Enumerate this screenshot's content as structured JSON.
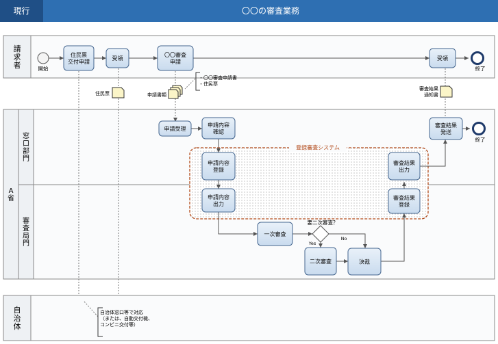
{
  "header": {
    "tab": "現行",
    "title": "〇〇の審査業務"
  },
  "lanes": {
    "requester": "請求者",
    "ministry": "A省",
    "window_dept": "窓口部門",
    "review_dept": "審査局門",
    "municipality": "自治体"
  },
  "events": {
    "start": "開始",
    "end_requester": "終了",
    "end_ministry": "終了"
  },
  "tasks": {
    "resident_card_apply": [
      "住民票",
      "交付申請"
    ],
    "receive1": [
      "受領"
    ],
    "xx_review_apply": [
      "〇〇審査",
      "申請"
    ],
    "receive2": [
      "受領"
    ],
    "app_accept": [
      "申請受理"
    ],
    "app_confirm": [
      "申請内容",
      "確認"
    ],
    "result_send": [
      "審査結果",
      "発送"
    ],
    "app_register": [
      "申請内容",
      "登録"
    ],
    "result_output": [
      "審査結果",
      "出力"
    ],
    "app_output": [
      "申請内容",
      "出力"
    ],
    "result_register": [
      "審査結果",
      "登録"
    ],
    "first_review": [
      "一次審査"
    ],
    "second_review": [
      "二次審査"
    ],
    "decision": [
      "決裁"
    ]
  },
  "gateway": {
    "question": "要二次審査？",
    "yes": "Yes",
    "no": "No"
  },
  "system_group": "登録審査システム",
  "documents": {
    "resident_card": "住民票",
    "application_docs": "申請書類",
    "result_notice": [
      "審査結果",
      "通知書"
    ]
  },
  "annotations": {
    "doc_contents": [
      "・〇〇審査申請書",
      "・住民票"
    ],
    "municipality_note": [
      "自治体窓口等で対応",
      "（または、自動交付機、",
      "コンビニ交付等）"
    ]
  }
}
